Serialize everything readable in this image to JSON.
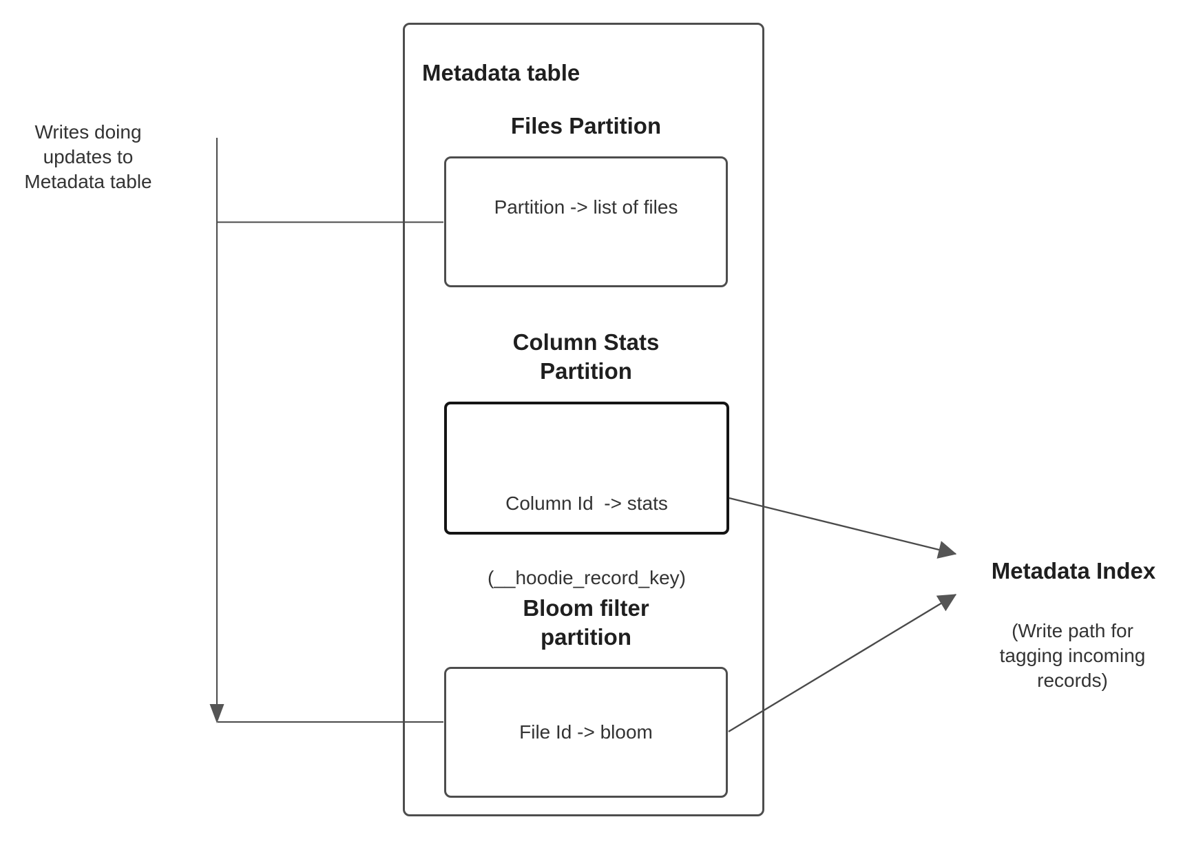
{
  "colors": {
    "line": "#4a4a4a",
    "box_border": "#4d4d4d",
    "emphasis_border": "#141414",
    "text": "#333333",
    "heading_text": "#1f1f1f",
    "background": "#ffffff"
  },
  "left_note": {
    "lines": [
      "Writes doing",
      "updates to",
      "Metadata table"
    ]
  },
  "metadata_table": {
    "title": "Metadata table",
    "partitions": [
      {
        "heading_lines": [
          "Files Partition"
        ],
        "body_lines": [
          "Partition -> list of files"
        ]
      },
      {
        "heading_lines": [
          "Column Stats",
          "Partition"
        ],
        "body_lines": [
          "Column Id  -> stats",
          "(__hoodie_record_key)"
        ]
      },
      {
        "heading_lines": [
          "Bloom filter",
          "partition"
        ],
        "body_lines": [
          "File Id -> bloom"
        ]
      }
    ]
  },
  "metadata_index": {
    "title": "Metadata Index",
    "subtitle_lines": [
      "(Write path for",
      "tagging incoming",
      "records)"
    ]
  }
}
